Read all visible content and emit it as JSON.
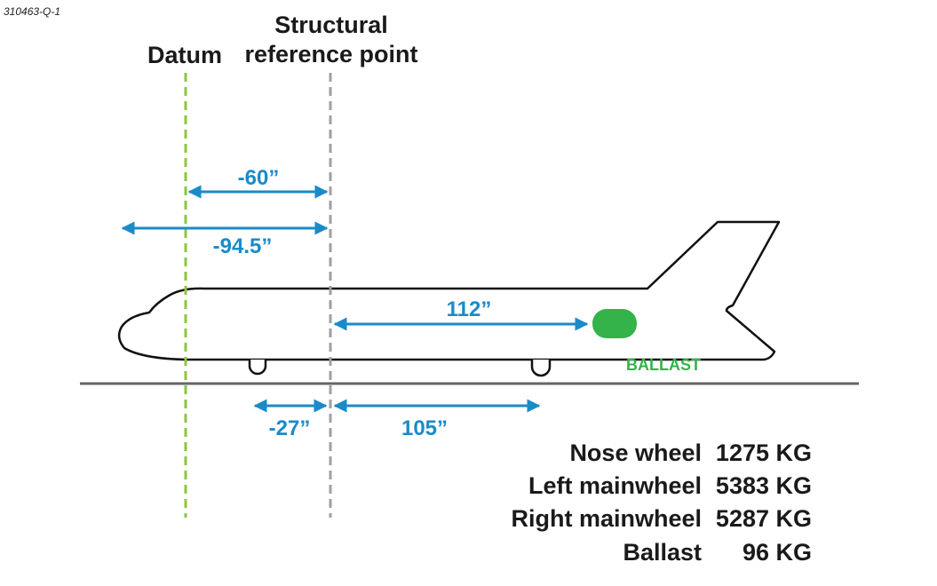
{
  "figure_id": "310463-Q-1",
  "labels": {
    "datum": "Datum",
    "structural_line1": "Structural",
    "structural_line2": "reference point",
    "ballast": "BALLAST"
  },
  "dimensions": {
    "datum_to_srp": "-60”",
    "nose_to_srp": "-94.5”",
    "srp_to_ballast": "112”",
    "nosewheel_to_srp": "-27”",
    "srp_to_mainwheel": "105”"
  },
  "weights": [
    {
      "name": "Nose wheel",
      "value": "1275 KG"
    },
    {
      "name": "Left mainwheel",
      "value": "5383 KG"
    },
    {
      "name": "Right mainwheel",
      "value": "5287 KG"
    },
    {
      "name": "Ballast",
      "value": "96 KG"
    }
  ],
  "colors": {
    "dimension": "#1a8bc8",
    "datum_line": "#8cc63f",
    "srp_line": "#a0a0a0",
    "ballast": "#33b34a",
    "ground": "#666666",
    "outline": "#111111"
  }
}
